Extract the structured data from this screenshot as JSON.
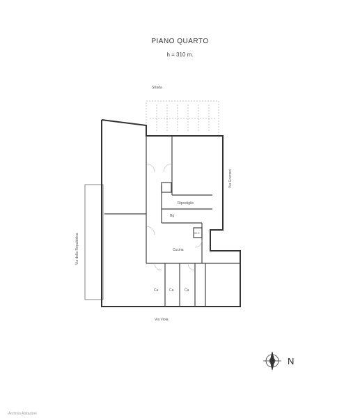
{
  "header": {
    "title": "PIANO QUARTO",
    "subtitle": "h = 310 m."
  },
  "labels": {
    "top_street": "Strada",
    "right_street": "Via Gramsci",
    "left_street": "Via della Repubblica",
    "bottom_street": "Via Viola",
    "storage": "Ripostiglio",
    "bath": "Bg",
    "bath2": "W.C.",
    "kitchen": "Cucina",
    "bed1": "Ca",
    "bed2": "Ca",
    "bed3": "Ca"
  },
  "compass": {
    "north": "N"
  },
  "footer": {
    "text": "Archivio Abitazioni"
  }
}
